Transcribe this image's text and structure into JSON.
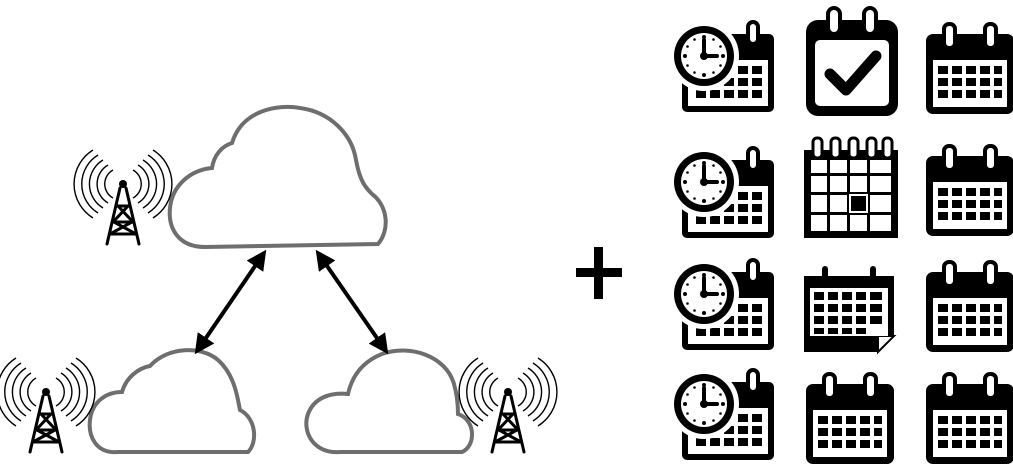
{
  "colors": {
    "background": "#ffffff",
    "cloud_stroke": "#6e6e6e",
    "ink": "#000000",
    "icon_face": "#ffffff"
  },
  "network": {
    "clouds": [
      {
        "role": "top-cloud"
      },
      {
        "role": "bottom-left-cloud"
      },
      {
        "role": "bottom-right-cloud"
      }
    ],
    "towers": [
      {
        "role": "top-tower",
        "icon": "radio-tower-icon"
      },
      {
        "role": "left-tower",
        "icon": "radio-tower-icon"
      },
      {
        "role": "right-tower",
        "icon": "radio-tower-icon"
      }
    ],
    "links": [
      {
        "between": [
          "top-cloud",
          "bottom-left-cloud"
        ],
        "arrows": "both"
      },
      {
        "between": [
          "top-cloud",
          "bottom-right-cloud"
        ],
        "arrows": "both"
      }
    ]
  },
  "operator": {
    "icon": "plus-icon"
  },
  "calendar_icons": [
    [
      "calendar-clock-icon",
      "calendar-check-icon",
      "calendar-icon"
    ],
    [
      "calendar-clock-icon",
      "calendar-grid-icon",
      "calendar-icon"
    ],
    [
      "calendar-clock-icon",
      "calendar-page-icon",
      "calendar-icon"
    ],
    [
      "calendar-clock-icon",
      "calendar-icon",
      "calendar-icon"
    ]
  ]
}
